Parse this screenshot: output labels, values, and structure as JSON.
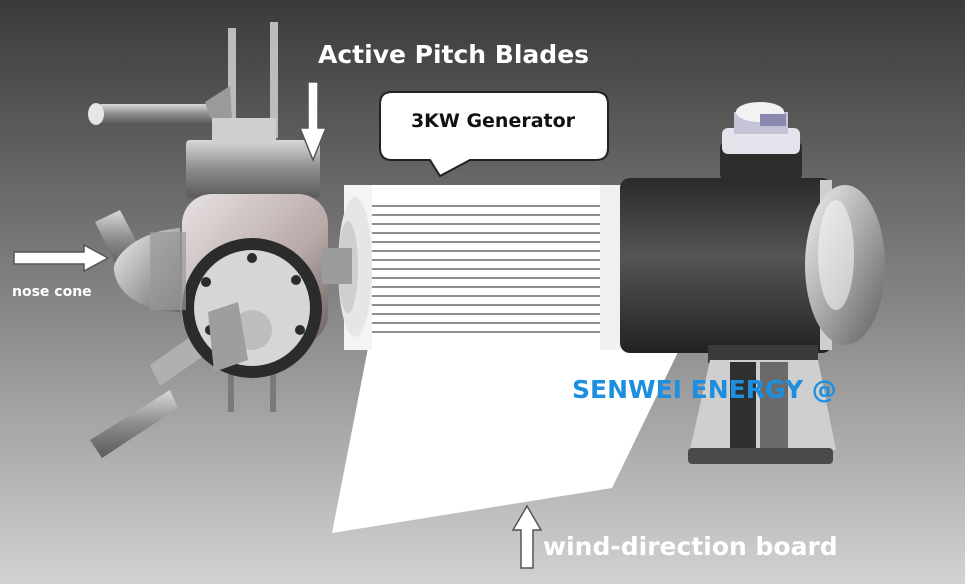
{
  "diagram": {
    "labels": {
      "pitch_blades": "Active Pitch Blades",
      "generator": "3KW Generator",
      "nose_cone": "nose cone",
      "brand": "SENWEI ENERGY @",
      "wind_board": "wind-direction board"
    },
    "icons": [
      "down-arrow-icon",
      "right-arrow-icon",
      "up-arrow-icon"
    ],
    "colors": {
      "background_top": "#3c3c3c",
      "background_bottom": "#c8c8c8",
      "brand": "#1e8fe0",
      "label": "#ffffff",
      "callout_text": "#111111"
    }
  }
}
